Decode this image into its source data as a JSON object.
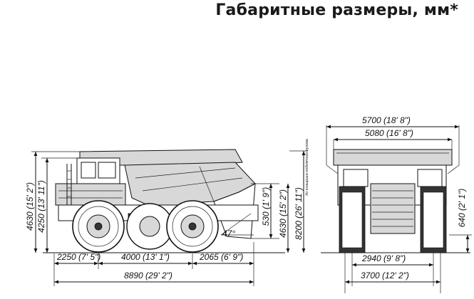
{
  "title": "Габаритные размеры, мм*",
  "side_view": {
    "heights": {
      "overall": "4630 (15' 2\")",
      "cab": "4250 (13' 11\")"
    },
    "wheelbase": {
      "front_overhang": "2250 (7' 5\")",
      "wheelbase": "4000 (13' 1\")",
      "rear_overhang": "2065 (6' 9\")",
      "overall_length": "8890 (29' 2\")"
    },
    "tipped": {
      "clearance": "530 (1' 9\")",
      "body_height": "4630 (15' 2\")",
      "raised_height": "8200 (26' 11\")",
      "angle": "47°",
      "note": "до козырька поднятого кузова"
    }
  },
  "front_view": {
    "widths": {
      "overall": "5700 (18' 8\")",
      "body": "5080 (16' 8\")",
      "front_track": "2940 (9' 8\")",
      "rear_track": "3700 (12' 2\")"
    },
    "ground_clearance": "640 (2' 1\")"
  }
}
